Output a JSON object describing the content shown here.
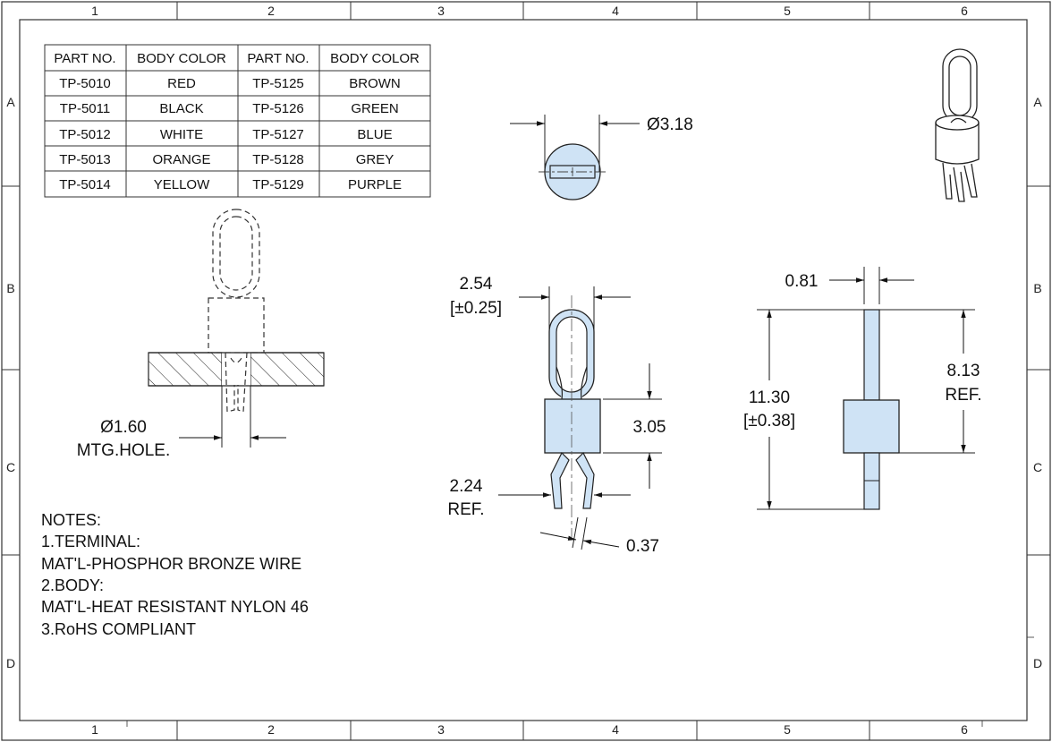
{
  "border": {
    "columns": [
      "1",
      "2",
      "3",
      "4",
      "5",
      "6"
    ],
    "rows": [
      "A",
      "B",
      "C",
      "D"
    ]
  },
  "table": {
    "headers": [
      "PART NO.",
      "BODY COLOR",
      "PART NO.",
      "BODY COLOR"
    ],
    "rows": [
      [
        "TP-5010",
        "RED",
        "TP-5125",
        "BROWN"
      ],
      [
        "TP-5011",
        "BLACK",
        "TP-5126",
        "GREEN"
      ],
      [
        "TP-5012",
        "WHITE",
        "TP-5127",
        "BLUE"
      ],
      [
        "TP-5013",
        "ORANGE",
        "TP-5128",
        "GREY"
      ],
      [
        "TP-5014",
        "YELLOW",
        "TP-5129",
        "PURPLE"
      ]
    ]
  },
  "dimensions": {
    "top_dia": "Ø3.18",
    "loop_width": "2.54",
    "loop_width_tol": "[±0.25]",
    "body_height": "3.05",
    "leg_span": "2.24",
    "leg_span_ref": "REF.",
    "wire": "0.37",
    "thickness": "0.81",
    "overall": "11.30",
    "overall_tol": "[±0.38]",
    "upper": "8.13",
    "upper_ref": "REF.",
    "hole_dia": "Ø1.60",
    "hole_label": "MTG.HOLE."
  },
  "notes": [
    "NOTES:",
    "1.TERMINAL:",
    "MAT'L-PHOSPHOR BRONZE WIRE",
    "2.BODY:",
    "MAT'L-HEAT RESISTANT NYLON 46",
    "3.RoHS COMPLIANT"
  ],
  "colors": {
    "part_fill": "#cfe3f5",
    "line": "#222222"
  }
}
